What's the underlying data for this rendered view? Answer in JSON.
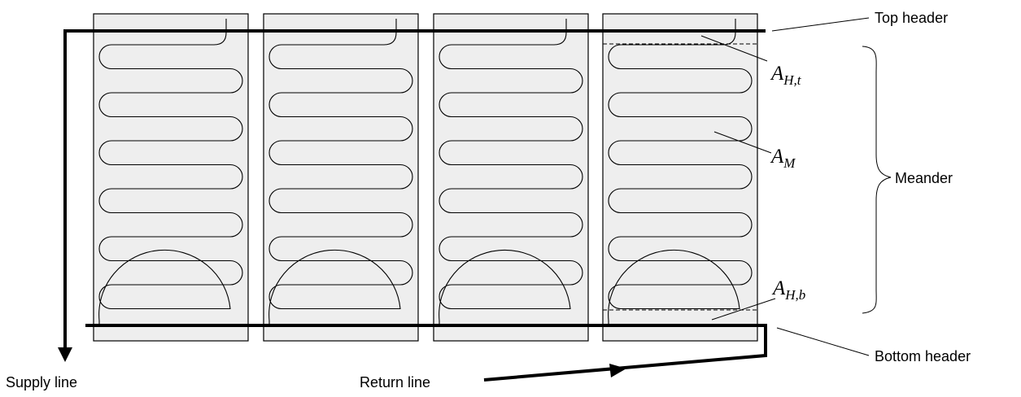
{
  "labels": {
    "top_header": "Top header",
    "bottom_header": "Bottom header",
    "meander": "Meander",
    "supply_line": "Supply line",
    "return_line": "Return line"
  },
  "area_symbols": {
    "top_header_area": {
      "base": "A",
      "sub": "H,t"
    },
    "meander_area": {
      "base": "A",
      "sub": "M"
    },
    "bottom_header_area": {
      "base": "A",
      "sub": "H,b"
    }
  },
  "panels": [
    "panel-1",
    "panel-2",
    "panel-3",
    "panel-4"
  ]
}
